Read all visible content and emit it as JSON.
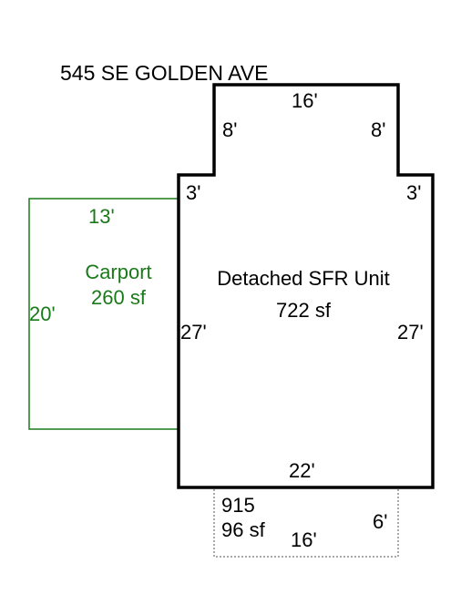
{
  "address": "545 SE GOLDEN AVE",
  "colors": {
    "main_outline": "#000000",
    "carport": "#1a7a1a",
    "annex": "#555555"
  },
  "main_unit": {
    "name": "Detached SFR Unit",
    "area": "722 sf",
    "dims": {
      "top": "16'",
      "bump_left": "8'",
      "bump_right": "8'",
      "step_left": "3'",
      "step_right": "3'",
      "left": "27'",
      "right": "27'",
      "bottom": "22'"
    }
  },
  "carport": {
    "name": "Carport",
    "area": "260 sf",
    "dims": {
      "top": "13'",
      "left": "20'"
    }
  },
  "annex": {
    "code": "915",
    "area": "96 sf",
    "dims": {
      "bottom": "16'",
      "right": "6'"
    }
  }
}
